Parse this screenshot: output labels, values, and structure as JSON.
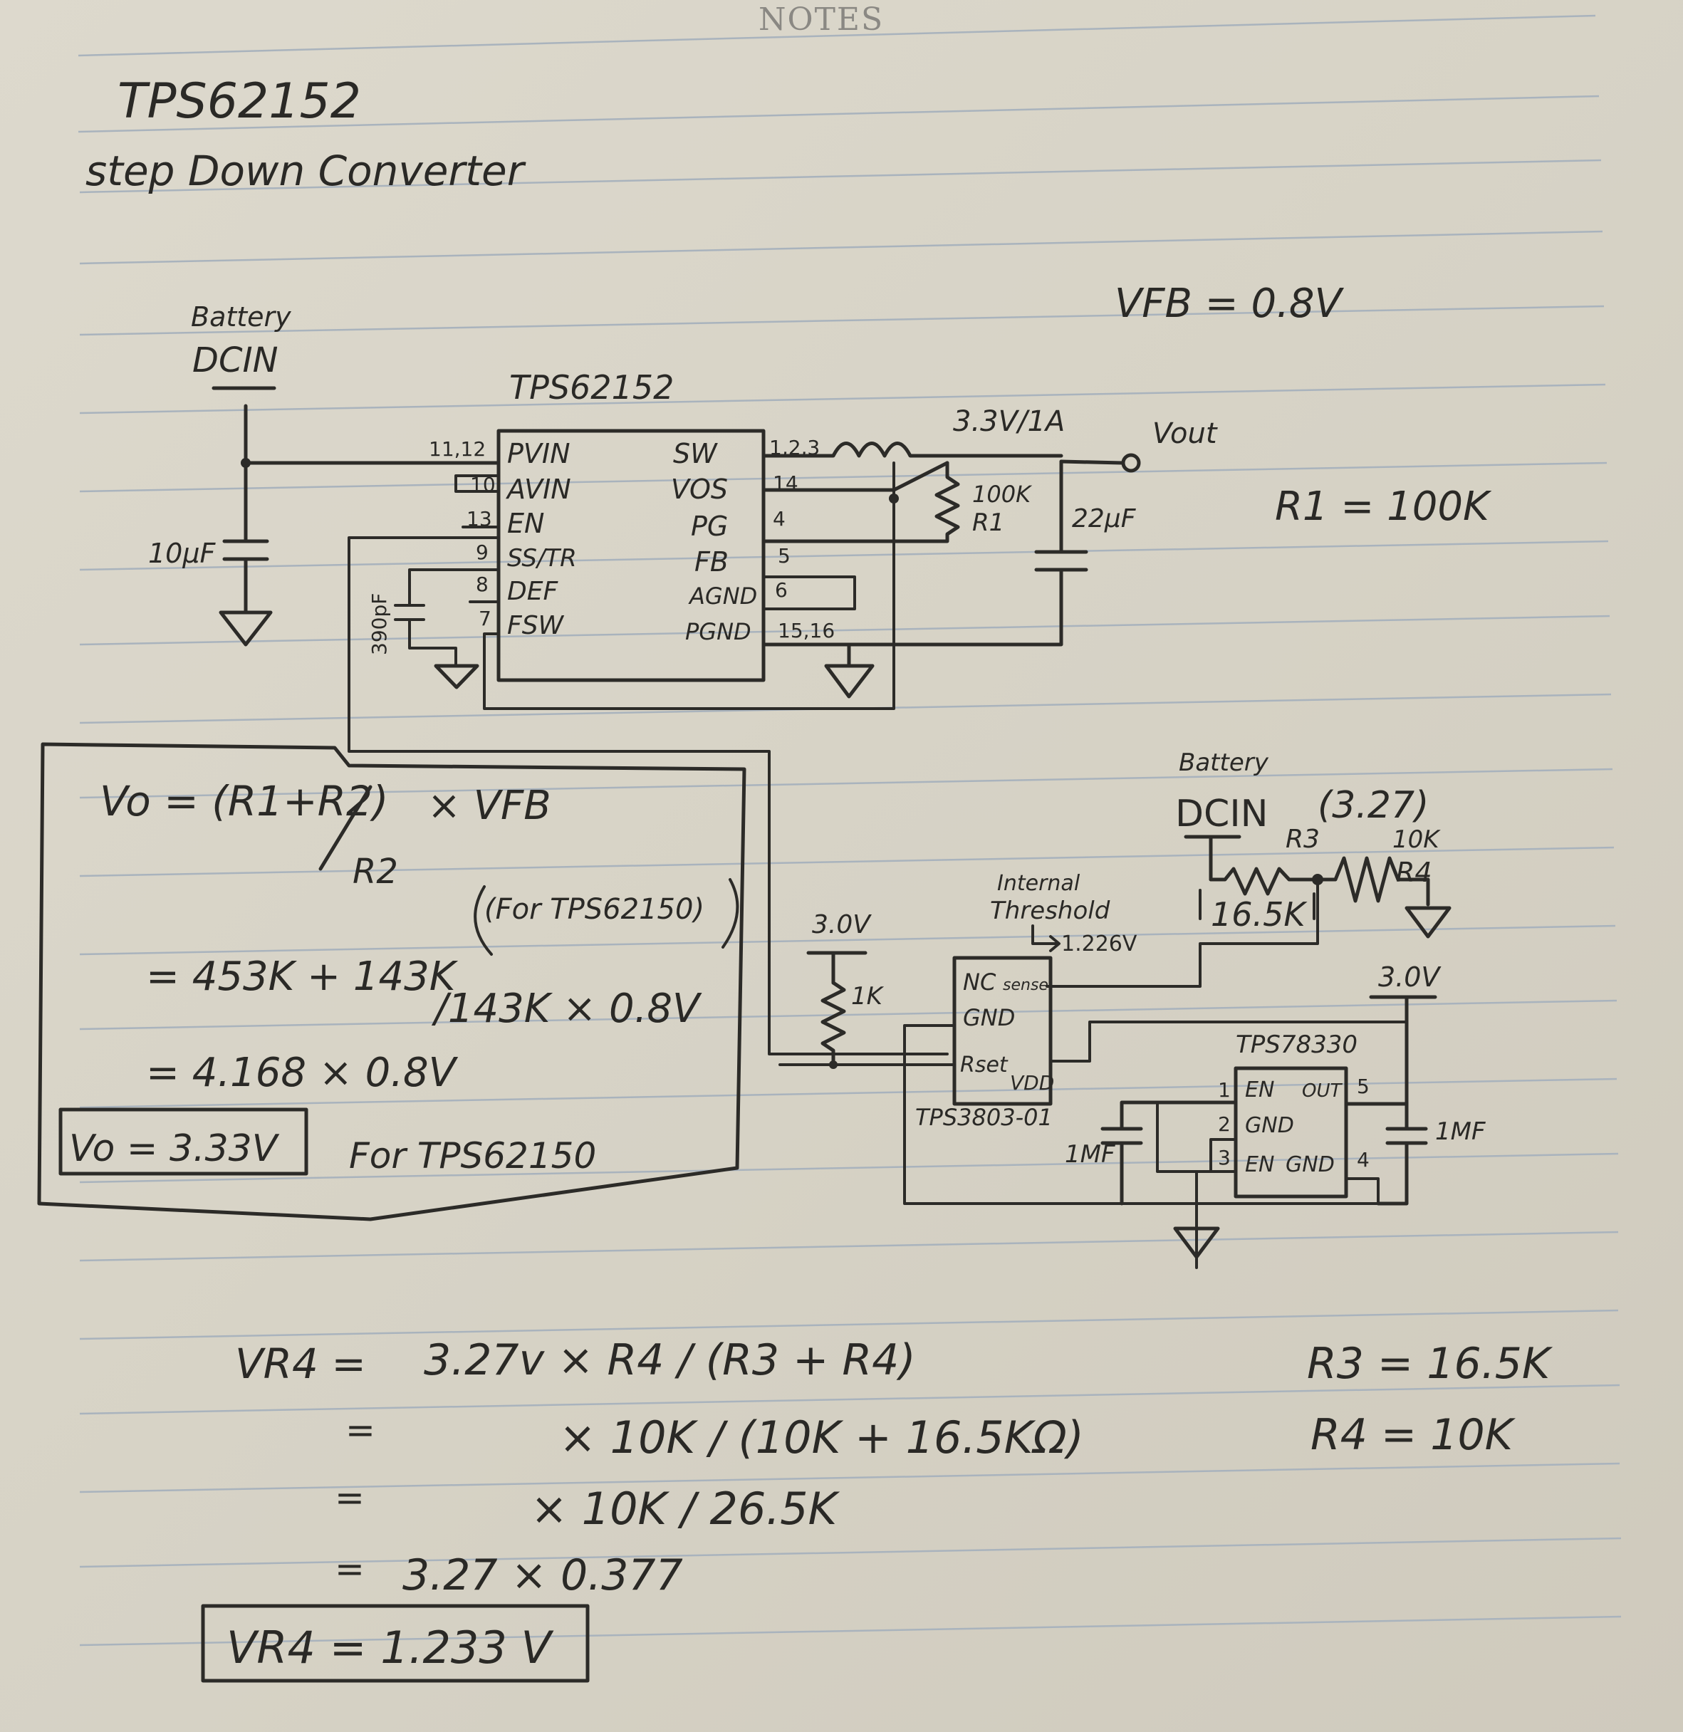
{
  "header": {
    "notes": "NOTES"
  },
  "title": {
    "line1": "TPS62152",
    "line2": "step Down Converter"
  },
  "vfb_note": "VFB = 0.8V",
  "r1_note": "R1 = 100K",
  "converter": {
    "battery_label": "Battery",
    "dcin_label": "DCIN",
    "chip_name": "TPS62152",
    "input_cap": "10μF",
    "soft_start_cap": "390pF",
    "left_pins": [
      {
        "num": "11,12",
        "name": "PVIN"
      },
      {
        "num": "10",
        "name": "AVIN"
      },
      {
        "num": "13",
        "name": "EN"
      },
      {
        "num": "9",
        "name": "SS/TR"
      },
      {
        "num": "8",
        "name": "DEF"
      },
      {
        "num": "7",
        "name": "FSW"
      }
    ],
    "right_pins": [
      {
        "num": "1,2,3",
        "name": "SW"
      },
      {
        "num": "14",
        "name": "VOS"
      },
      {
        "num": "4",
        "name": "PG"
      },
      {
        "num": "5",
        "name": "FB"
      },
      {
        "num": "6",
        "name": "AGND"
      },
      {
        "num": "15,16",
        "name": "PGND"
      }
    ],
    "output_rating": "3.3V/1A",
    "vout_label": "Vout",
    "pullup_value": "100K",
    "pullup_name": "R1",
    "output_cap": "22μF"
  },
  "formula_box": {
    "line1": "Vo = (R1+R2)",
    "line1_tail": "× VFB",
    "line1_den": "R2",
    "note": "(For TPS62150)",
    "line2": "= 453K + 143K",
    "line2_tail": "/143K  × 0.8V",
    "line3": "= 4.168 × 0.8V",
    "result": "Vo = 3.33V",
    "result_note": "For TPS62150"
  },
  "supervisor": {
    "battery_label": "Battery",
    "dcin_label": "DCIN",
    "dcin_value": "(3.27)",
    "r3_name": "R3",
    "r3_value": "16.5K",
    "r4_value": "10K",
    "r4_name": "R4",
    "threshold_line1": "Internal",
    "threshold_line2": "Threshold",
    "threshold_value": "1.226V",
    "rail_left": "3.0V",
    "pullup": "1K",
    "chip_name": "TPS3803-01",
    "chip_pins": [
      "NC",
      "sense",
      "GND",
      "Rset",
      "VDD"
    ],
    "rail_right": "3.0V",
    "ldo_name": "TPS78330",
    "ldo_pins_left": [
      {
        "num": "1",
        "name": "EN"
      },
      {
        "num": "2",
        "name": "GND"
      },
      {
        "num": "3",
        "name": "EN"
      }
    ],
    "ldo_pins_right": [
      {
        "num": "5",
        "name": "OUT"
      },
      {
        "num": "4",
        "name": "GND"
      }
    ],
    "cap_left": "1MF",
    "cap_right": "1MF"
  },
  "divider_calc": {
    "line1_lhs": "VR4 =",
    "line1": "3.27v × R4 / (R3 + R4)",
    "line2": "× 10K / (10K + 16.5KΩ)",
    "line3": "× 10K / 26.5K",
    "line4": "3.27 × 0.377",
    "result": "VR4 = 1.233 V"
  },
  "resistor_values": {
    "r3": "R3 = 16.5K",
    "r4": "R4 = 10K"
  }
}
